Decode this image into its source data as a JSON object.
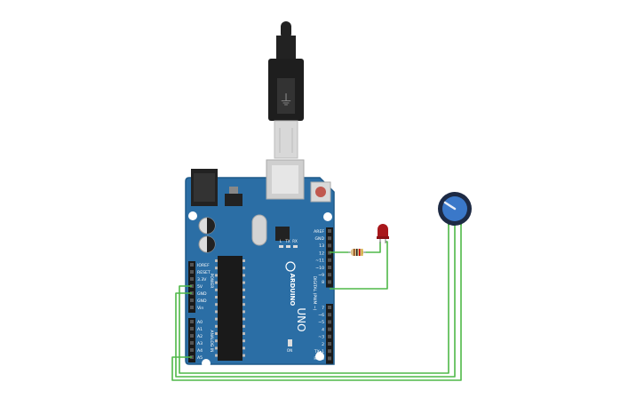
{
  "board": {
    "logo_text": "ARDUINO",
    "model_text": "UNO",
    "power_label": "POWER",
    "analog_label": "ANALOG IN",
    "digital_label": "DIGITAL (PWM ~)",
    "on_label": "ON",
    "led_l": "L",
    "led_tx": "TX",
    "led_rx": "RX",
    "power_pins": [
      "IOREF",
      "RESET",
      "3.3V",
      "5V",
      "GND",
      "GND",
      "Vin"
    ],
    "analog_pins": [
      "A0",
      "A1",
      "A2",
      "A3",
      "A4",
      "A5"
    ],
    "digital_top_pins": [
      "AREF",
      "GND",
      "13",
      "12",
      "~11",
      "~10",
      "~9",
      "8"
    ],
    "digital_bottom_pins": [
      "7",
      "~6",
      "~5",
      "4",
      "~3",
      "2",
      "TX▸1",
      "RX◂0"
    ]
  },
  "colors": {
    "board_blue": "#2b6ea5",
    "board_edge": "#1f5a8a",
    "wire_green": "#4fb848",
    "usb_black": "#222222",
    "led_red": "#a8171b",
    "pot_knob": "#3a78c9"
  }
}
